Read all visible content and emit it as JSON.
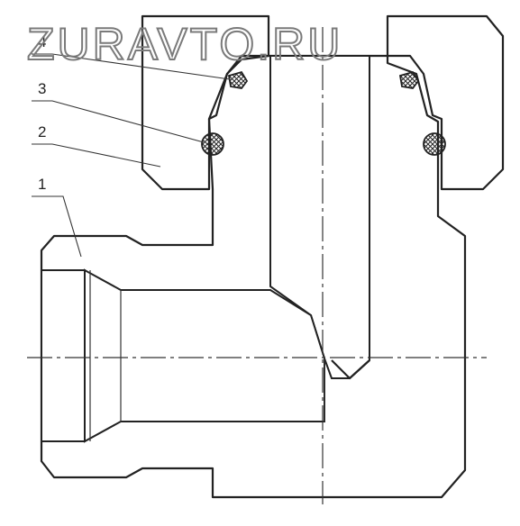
{
  "watermark": "ZURAVTO.RU",
  "labels": [
    {
      "id": "4",
      "text": "4"
    },
    {
      "id": "3",
      "text": "3"
    },
    {
      "id": "2",
      "text": "2"
    },
    {
      "id": "1",
      "text": "1"
    }
  ],
  "colors": {
    "line": "#222222",
    "watermark": "#7a7a7a",
    "background": "#ffffff"
  }
}
